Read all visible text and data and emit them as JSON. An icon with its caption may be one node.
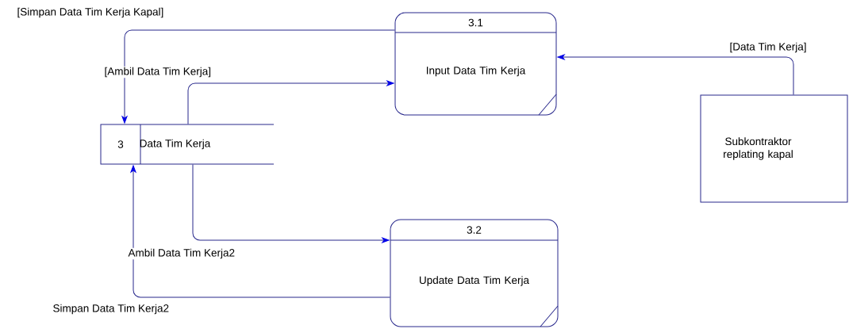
{
  "diagram": {
    "nodes": [
      {
        "text": [
          "3.1",
          "Input Data Tim Kerja"
        ]
      },
      {
        "text": [
          "3",
          "Data Tim Kerja"
        ]
      },
      {
        "text": [
          "Subkontraktor replating kapal"
        ]
      },
      {
        "text": [
          "3.2",
          "Update Data Tim Kerja"
        ]
      }
    ],
    "edges": [
      {
        "from": 0,
        "to": 1,
        "arrow": "to",
        "label": "[Simpan Data Tim Kerja Kapal]"
      },
      {
        "from": 1,
        "to": 0,
        "arrow": "to",
        "label": "[Ambil Data Tim Kerja]"
      },
      {
        "from": 2,
        "to": 0,
        "arrow": "to",
        "label": "[Data Tim Kerja]"
      },
      {
        "from": 1,
        "to": 3,
        "arrow": "to",
        "label": "Ambil Data Tim Kerja2"
      },
      {
        "from": 3,
        "to": 1,
        "arrow": "to",
        "label": "Simpan Data Tim Kerja2"
      }
    ]
  }
}
